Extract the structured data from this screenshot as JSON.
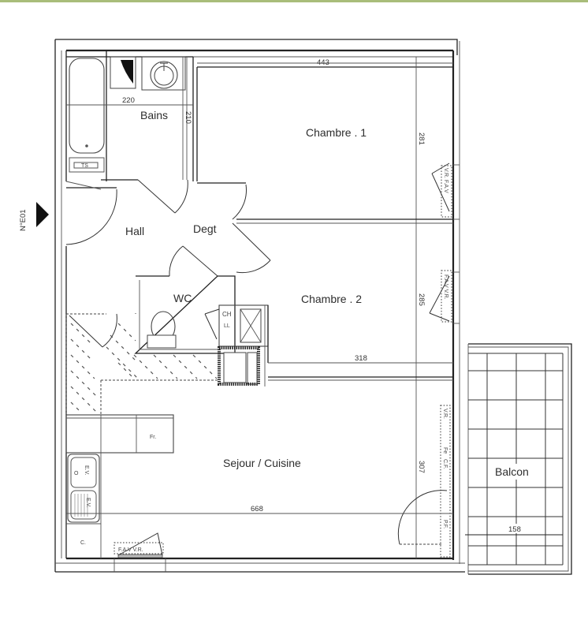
{
  "page": {
    "accent_color": "#a9bd7a"
  },
  "entrance": {
    "label": "N°E01",
    "arrow_icon": "entrance-arrow-icon"
  },
  "rooms": {
    "bains": {
      "label": "Bains",
      "width_dim": "220",
      "height_dim": "210"
    },
    "chambre1": {
      "label": "Chambre . 1",
      "width_dim": "443",
      "height_dim": "281"
    },
    "hall": {
      "label": "Hall"
    },
    "degt": {
      "label": "Degt"
    },
    "wc": {
      "label": "WC"
    },
    "chambre2": {
      "label": "Chambre . 2",
      "width_dim": "318",
      "height_dim": "285"
    },
    "sejour": {
      "label": "Sejour / Cuisine",
      "width_dim": "668",
      "height_dim": "307"
    },
    "balcon": {
      "label": "Balcon",
      "width_dim": "158"
    }
  },
  "fixtures": {
    "ch_label": "CH",
    "ll_label": "LL",
    "fridge_label": "Fr.",
    "sink_ev_label": "E.V.",
    "sink_o_label": "O",
    "sink_ev2_label": "E.V.",
    "cooker_label": "C.",
    "towel_label": "TS"
  },
  "windows": {
    "chambre1": "V.R.  F.A.V",
    "chambre2": "F.A.V  V.R.",
    "sejour_right_vr": "V.R.",
    "sejour_right_cf": "C.F.",
    "sejour_right_fe": "Fe",
    "sejour_right_pf": "P.F.",
    "sejour_bottom": "F.A.V  V.R."
  }
}
